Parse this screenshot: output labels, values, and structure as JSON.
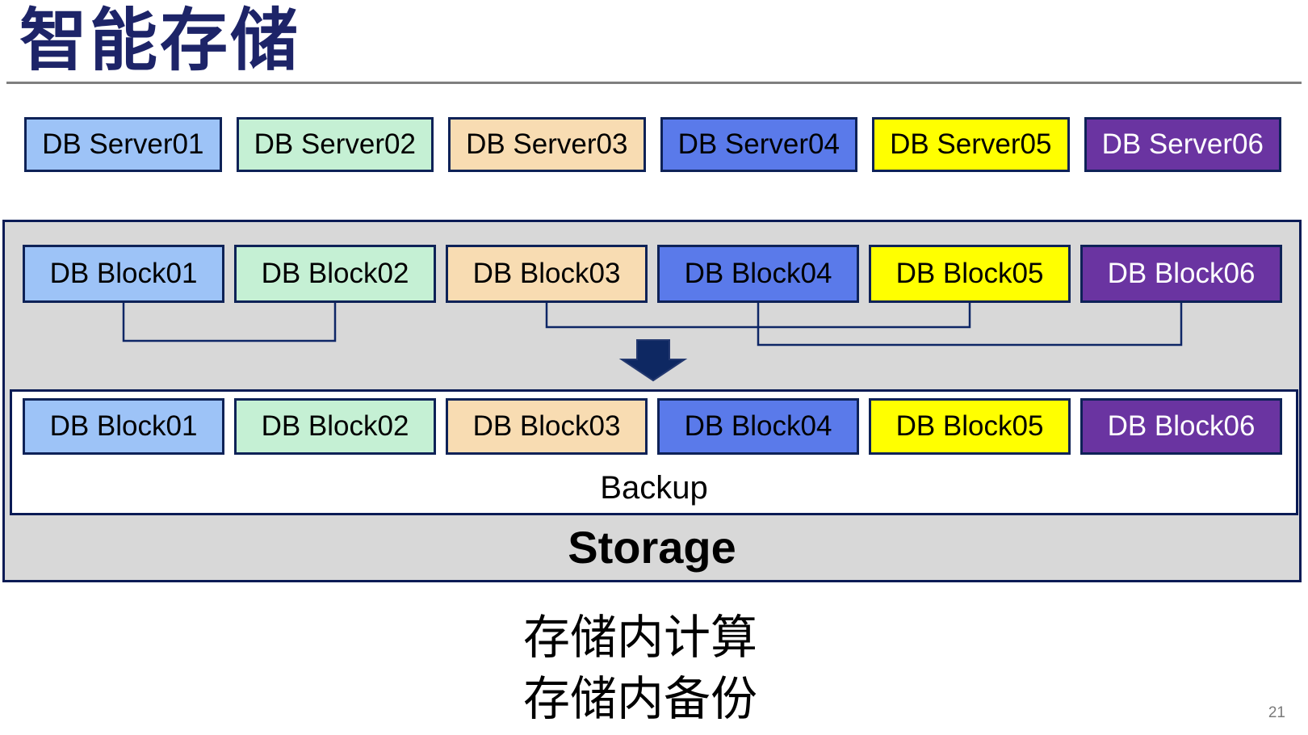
{
  "slide": {
    "title": "智能存储",
    "captions": [
      "存储内计算",
      "存储内备份"
    ],
    "page_number": "21"
  },
  "palette": {
    "title_text": "#1D2468",
    "divider": "#7F7F7F",
    "box_border": "#0E2257",
    "container_bg": "#D8D8D8",
    "container_border": "#0A1B55",
    "connector_line": "#0E2666",
    "arrow_fill": "#0E2862",
    "backup_bg": "#FFFFFF",
    "body_text": "#000000",
    "page_number_text": "#7A7A7A"
  },
  "db_servers": [
    {
      "label": "DB Server01",
      "bg": "#9DC3F7",
      "fg": "#000000"
    },
    {
      "label": "DB Server02",
      "bg": "#C5F0D4",
      "fg": "#000000"
    },
    {
      "label": "DB Server03",
      "bg": "#F8DCB2",
      "fg": "#000000"
    },
    {
      "label": "DB Server04",
      "bg": "#5A7AEA",
      "fg": "#000000"
    },
    {
      "label": "DB Server05",
      "bg": "#FFFF00",
      "fg": "#000000"
    },
    {
      "label": "DB Server06",
      "bg": "#6A34A1",
      "fg": "#FFFFFF"
    }
  ],
  "storage_unit": {
    "label": "Storage",
    "blocks": [
      {
        "label": "DB Block01",
        "bg": "#9DC3F7",
        "fg": "#000000"
      },
      {
        "label": "DB Block02",
        "bg": "#C5F0D4",
        "fg": "#000000"
      },
      {
        "label": "DB Block03",
        "bg": "#F8DCB2",
        "fg": "#000000"
      },
      {
        "label": "DB Block04",
        "bg": "#5A7AEA",
        "fg": "#000000"
      },
      {
        "label": "DB Block05",
        "bg": "#FFFF00",
        "fg": "#000000"
      },
      {
        "label": "DB Block06",
        "bg": "#6A34A1",
        "fg": "#FFFFFF"
      }
    ],
    "connections": [
      [
        "DB Block01",
        "DB Block02"
      ],
      [
        "DB Block03",
        "DB Block05"
      ],
      [
        "DB Block04",
        "DB Block06"
      ]
    ],
    "arrow_icon": "down-arrow",
    "backup": {
      "label": "Backup",
      "blocks": [
        {
          "label": "DB Block01",
          "bg": "#9DC3F7",
          "fg": "#000000"
        },
        {
          "label": "DB Block02",
          "bg": "#C5F0D4",
          "fg": "#000000"
        },
        {
          "label": "DB Block03",
          "bg": "#F8DCB2",
          "fg": "#000000"
        },
        {
          "label": "DB Block04",
          "bg": "#5A7AEA",
          "fg": "#000000"
        },
        {
          "label": "DB Block05",
          "bg": "#FFFF00",
          "fg": "#000000"
        },
        {
          "label": "DB Block06",
          "bg": "#6A34A1",
          "fg": "#FFFFFF"
        }
      ]
    }
  }
}
